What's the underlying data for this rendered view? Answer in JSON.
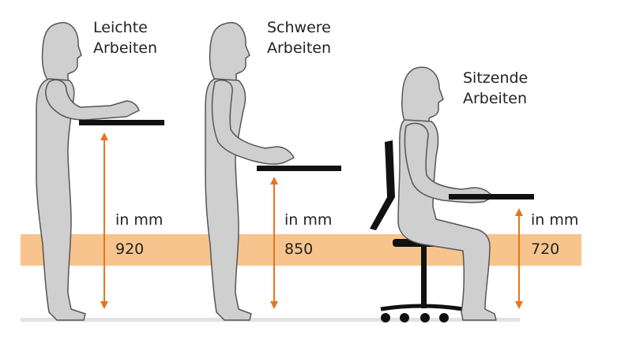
{
  "stations": [
    {
      "title_line1": "Leichte",
      "title_line2": "Arbeiten",
      "unit": "in mm",
      "value": "920"
    },
    {
      "title_line1": "Schwere",
      "title_line2": "Arbeiten",
      "unit": "in mm",
      "value": "850"
    },
    {
      "title_line1": "Sitzende",
      "title_line2": "Arbeiten",
      "unit": "in mm",
      "value": "720"
    }
  ],
  "colors": {
    "band": "#f8c48e",
    "arrow": "#e8741c",
    "figure_fill": "#cfcfcf",
    "figure_stroke": "#555555",
    "desk": "#111111",
    "floor": "#e2e2e2"
  }
}
